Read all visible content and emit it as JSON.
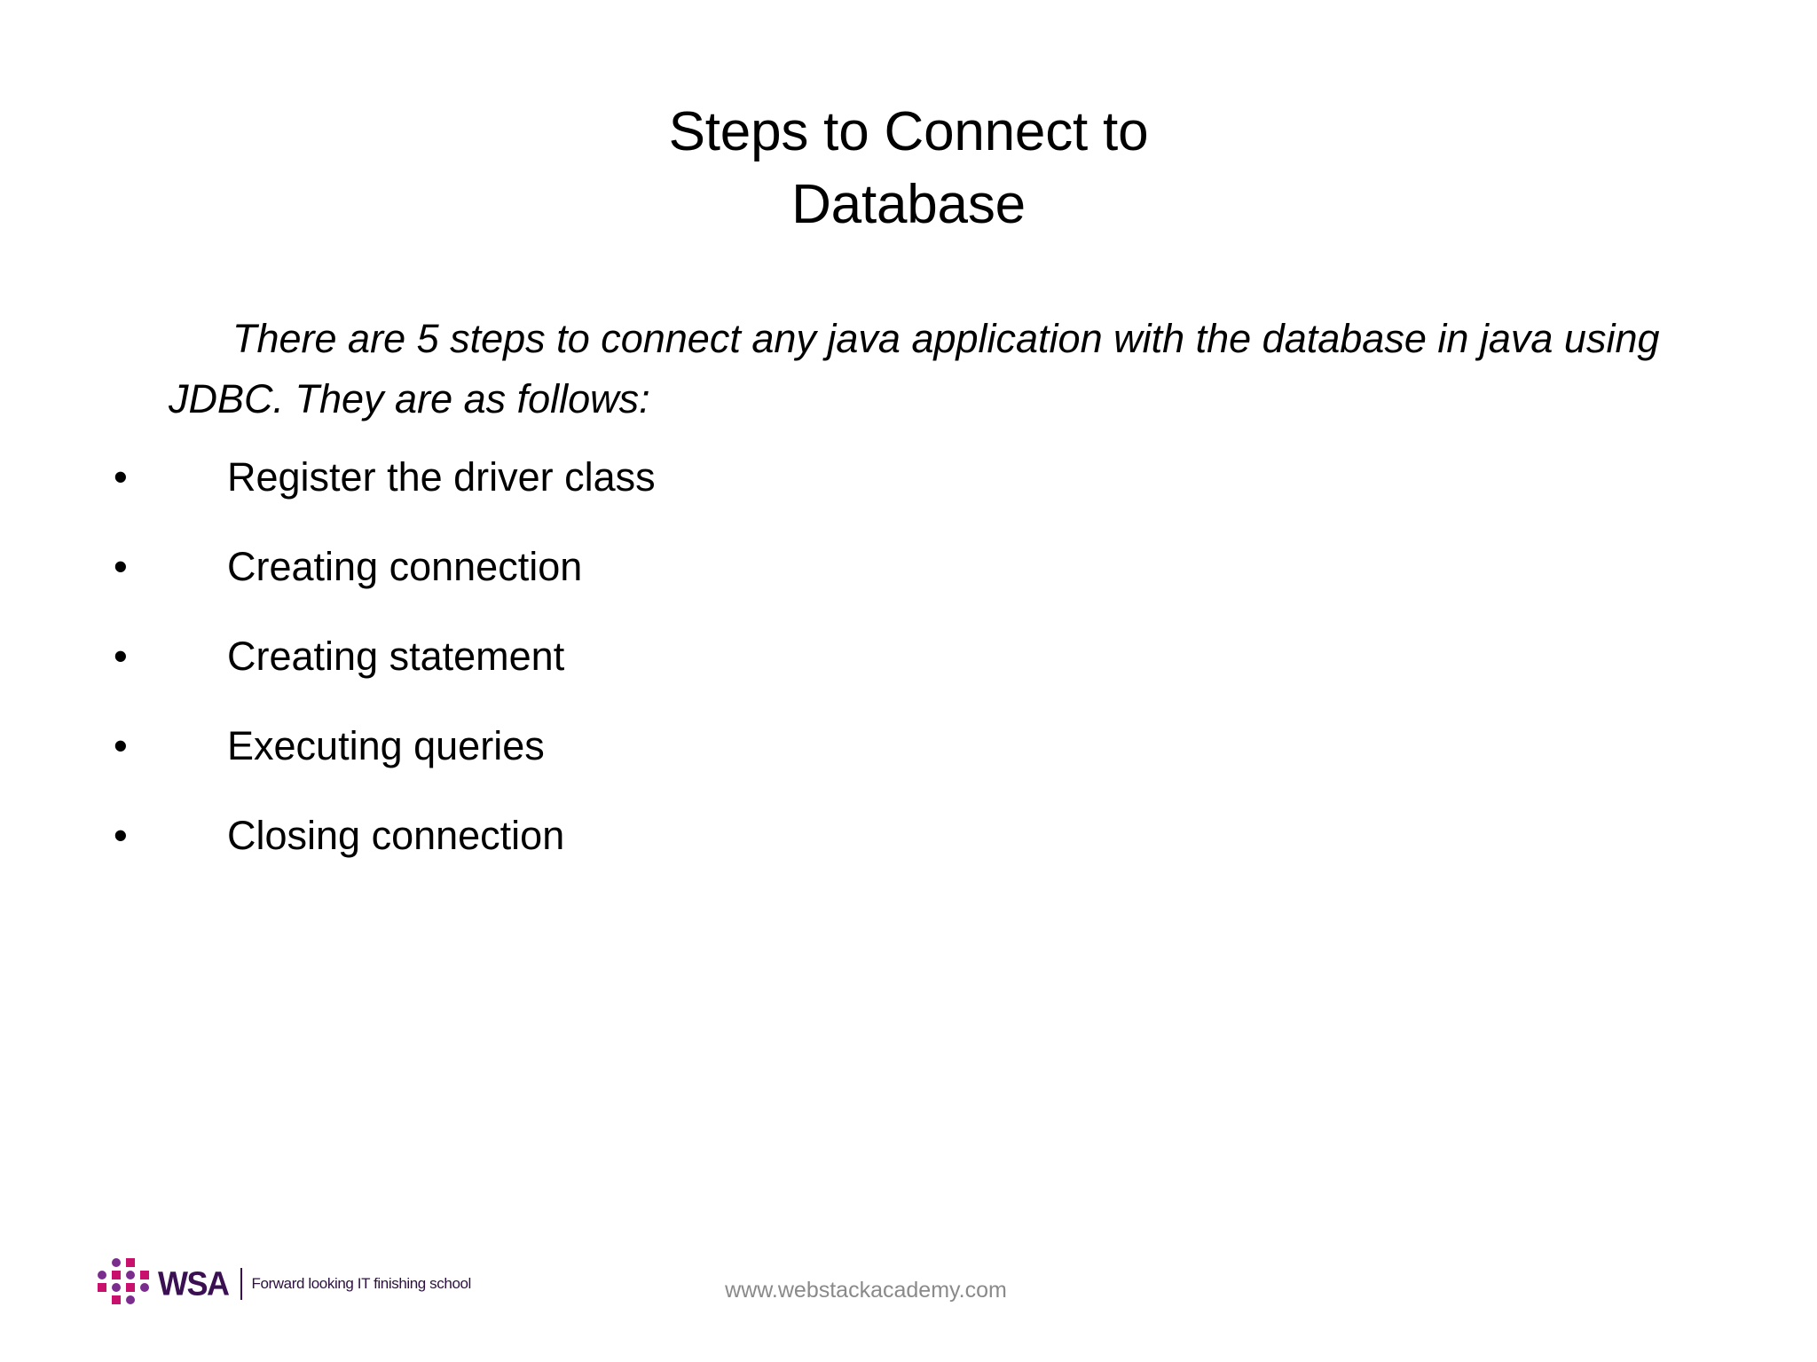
{
  "slide": {
    "background_color": "#ffffff",
    "title": {
      "lines": [
        "Steps to Connect to",
        "Database"
      ]
    },
    "intro": {
      "text": "There are 5 steps to connect any java application with the database in java using JDBC. They are as follows:"
    },
    "bullets": {
      "marker": "•",
      "items": [
        {
          "label": "Register the driver class"
        },
        {
          "label": "Creating connection"
        },
        {
          "label": "Creating statement"
        },
        {
          "label": "Executing queries"
        },
        {
          "label": "Closing connection"
        }
      ]
    }
  },
  "footer": {
    "logo": {
      "wordmark": "WSA",
      "tagline": "Forward looking IT finishing school",
      "dot_color_circle": "#7b2d8e",
      "dot_color_square": "#c9106c",
      "wordmark_color": "#3b1053"
    },
    "url": "www.webstackacademy.com",
    "url_color": "#8a8a8a"
  }
}
